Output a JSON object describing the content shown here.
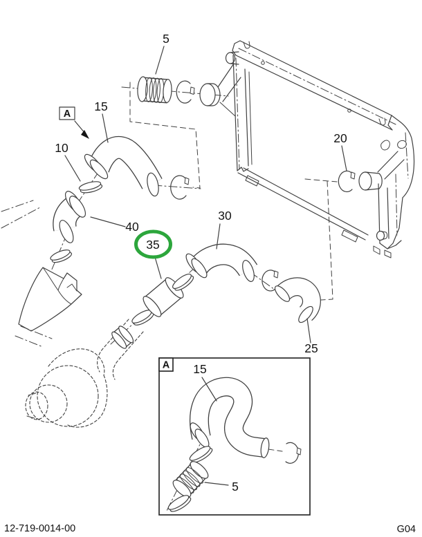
{
  "figure": {
    "type": "exploded-parts-diagram",
    "subject": "charge air cooler and radiator hose routing with clamps, turbocharger reference and detail view A"
  },
  "callouts": {
    "part5_top": "5",
    "part15_main": "15",
    "part10": "10",
    "part40": "40",
    "part35": "35",
    "part30": "30",
    "part20": "20",
    "part25": "25",
    "detail_marker_main": "A",
    "detail_marker_inset": "A",
    "part15_inset": "15",
    "part5_inset": "5"
  },
  "highlight": {
    "highlighted_part": "35",
    "color": "#2ca63c"
  },
  "footer": {
    "document_number": "12-719-0014-00",
    "grid_reference": "G04"
  },
  "colors": {
    "line": "#3f3f3f",
    "background": "#ffffff",
    "text": "#141414"
  }
}
